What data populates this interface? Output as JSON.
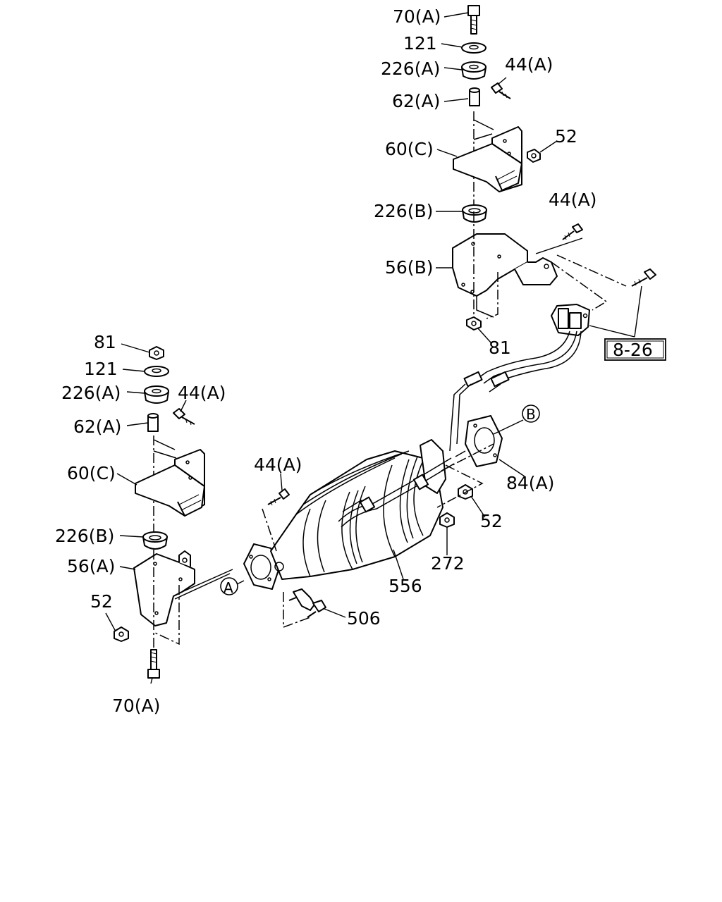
{
  "labels": {
    "top_70a": "70(A)",
    "top_121": "121",
    "top_226a": "226(A)",
    "top_44a": "44(A)",
    "top_62a": "62(A)",
    "top_52": "52",
    "top_60c": "60(C)",
    "top_226b": "226(B)",
    "mid_44a": "44(A)",
    "top_56b": "56(B)",
    "top_81": "81",
    "ref_8_26": "8-26",
    "left_81": "81",
    "left_121": "121",
    "left_226a": "226(A)",
    "left_44a": "44(A)",
    "left_62a": "62(A)",
    "left_60c": "60(C)",
    "left_226b": "226(B)",
    "left_56a": "56(A)",
    "left_52": "52",
    "left_70a": "70(A)",
    "center_44a": "44(A)",
    "callout_a": "A",
    "callout_b": "B",
    "right_84a": "84(A)",
    "right_52": "52",
    "right_272": "272",
    "center_556": "556",
    "bottom_506": "506"
  }
}
